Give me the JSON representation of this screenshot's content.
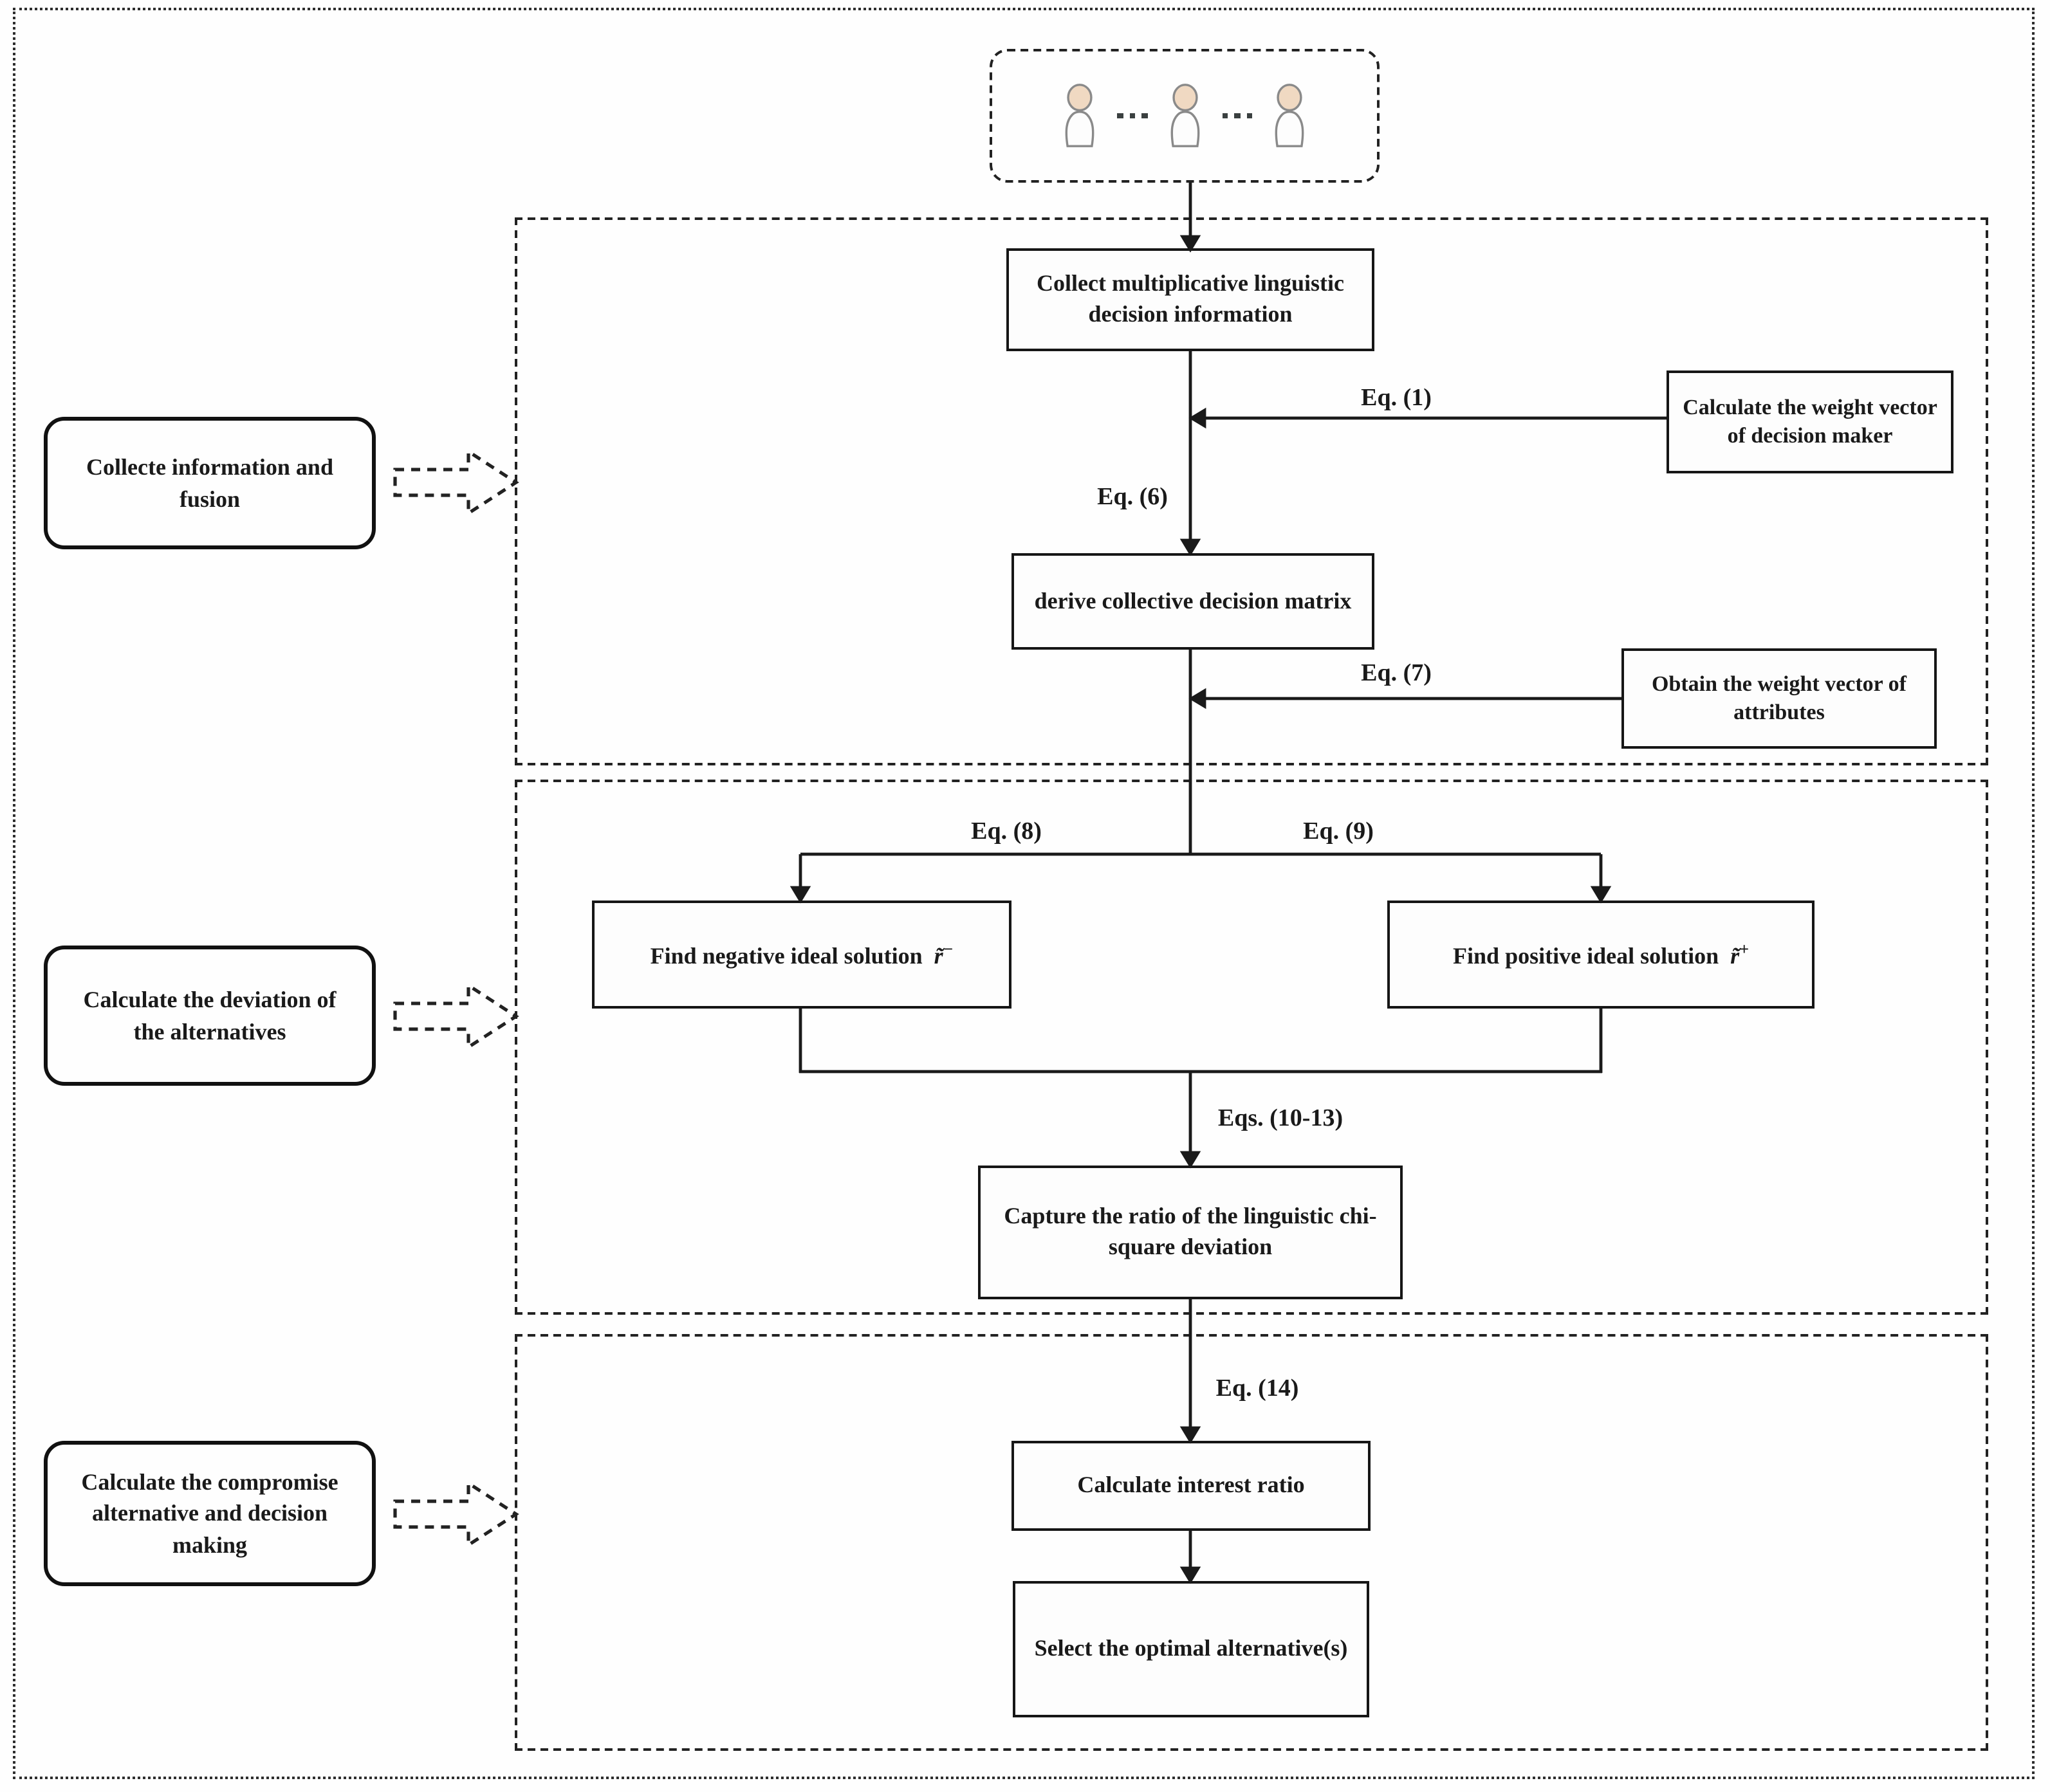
{
  "decision_maker_group": {
    "ellipsis": "dots-x3"
  },
  "stages": [
    {
      "label": "Collecte information and fusion"
    },
    {
      "label": "Calculate the deviation of the alternatives"
    },
    {
      "label": "Calculate the compromise alternative and decision making"
    }
  ],
  "nodes": {
    "collect_info": {
      "label": "Collect multiplicative linguistic decision information"
    },
    "weight_dm": {
      "label": "Calculate the weight vector of decision maker"
    },
    "derive_matrix": {
      "label": "derive collective decision matrix"
    },
    "weight_attr": {
      "label": "Obtain the weight vector of attributes"
    },
    "negative_ideal": {
      "label": "Find negative ideal solution",
      "symbol_base": "r̃",
      "symbol_sup": "−"
    },
    "positive_ideal": {
      "label": "Find positive ideal solution",
      "symbol_base": "r̃",
      "symbol_sup": "+"
    },
    "capture_ratio": {
      "label": "Capture the ratio of the linguistic chi-square deviation"
    },
    "interest_ratio": {
      "label": "Calculate interest ratio"
    },
    "select_optimal": {
      "label": "Select the optimal alternative(s)"
    }
  },
  "edge_labels": {
    "eq1": "Eq. (1)",
    "eq6": "Eq. (6)",
    "eq7": "Eq. (7)",
    "eq8": "Eq. (8)",
    "eq9": "Eq. (9)",
    "eqs10_13": "Eqs. (10-13)",
    "eq14": "Eq. (14)"
  },
  "icons": {
    "person": "person-icon",
    "ellipsis": "ellipsis-dots-icon",
    "stage_arrow": "dashed-right-arrow-icon"
  },
  "colors": {
    "line": "#1a1a1a",
    "box_border": "#161616",
    "dashed_border": "#222222",
    "person_skin": "#f0d9c2",
    "person_outline": "#8a8a8a",
    "dots": "#3a4040",
    "background": "#fefefe"
  }
}
